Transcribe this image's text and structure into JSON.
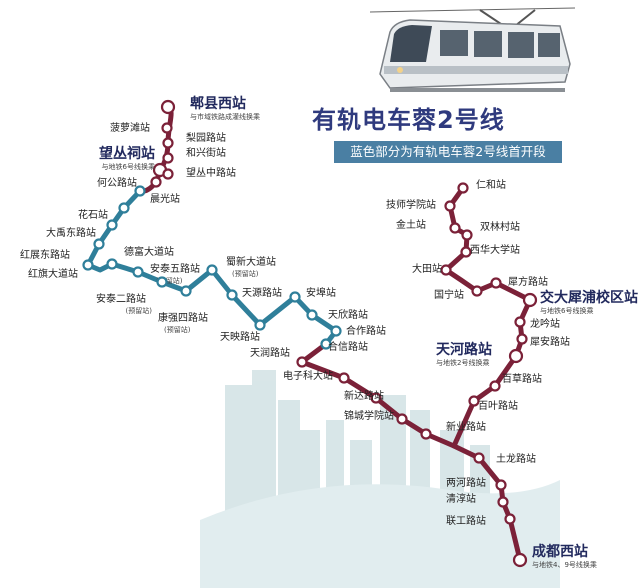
{
  "title": "有轨电车蓉2号线",
  "subtitle": "蓝色部分为有轨电车蓉2号线首开段",
  "colors": {
    "line_main": "#7b2138",
    "line_first_phase": "#2f7f9a",
    "title_text": "#2f3a7e",
    "subtitle_bg": "#4a7fa3"
  },
  "icons": [
    "tram-illustration",
    "city-skyline-illustration"
  ],
  "stations": [
    {
      "id": "pixian_west",
      "name": "郫县西站",
      "major": true,
      "note": "与市域铁路成灌线换乘"
    },
    {
      "id": "boluotan",
      "name": "菠萝滩站"
    },
    {
      "id": "liyuan",
      "name": "梨园路站"
    },
    {
      "id": "hexing",
      "name": "和兴街站"
    },
    {
      "id": "wangcong_temple",
      "name": "望丛祠站",
      "major": true,
      "note": "与地铁6号线换乘"
    },
    {
      "id": "hegong",
      "name": "何公路站"
    },
    {
      "id": "wangcong_mid",
      "name": "望丛中路站"
    },
    {
      "id": "chenguang",
      "name": "晨光站"
    },
    {
      "id": "huashi",
      "name": "花石站"
    },
    {
      "id": "dayu_east",
      "name": "大禹东路站"
    },
    {
      "id": "hongzhan_east",
      "name": "红展东路站"
    },
    {
      "id": "hongqi",
      "name": "红旗大道站"
    },
    {
      "id": "defu",
      "name": "德富大道站"
    },
    {
      "id": "antai5",
      "name": "安泰五路站",
      "note": "(预留站)"
    },
    {
      "id": "antai2",
      "name": "安泰二路站",
      "note": "(预留站)"
    },
    {
      "id": "kangqiang4",
      "name": "康强四路站",
      "note": "(预留站)"
    },
    {
      "id": "shuxin",
      "name": "蜀新大道站",
      "note": "(预留站)"
    },
    {
      "id": "tianyuan",
      "name": "天源路站"
    },
    {
      "id": "tianying",
      "name": "天映路站"
    },
    {
      "id": "anbu",
      "name": "安埠站"
    },
    {
      "id": "tianxin",
      "name": "天欣路站"
    },
    {
      "id": "hezuo",
      "name": "合作路站"
    },
    {
      "id": "hexin",
      "name": "合信路站"
    },
    {
      "id": "tianrun",
      "name": "天润路站"
    },
    {
      "id": "dianzikeda",
      "name": "电子科大站"
    },
    {
      "id": "xinda",
      "name": "新达路站"
    },
    {
      "id": "jincheng_college",
      "name": "锦城学院站"
    },
    {
      "id": "xinye",
      "name": "新业路站"
    },
    {
      "id": "tulong",
      "name": "土龙路站"
    },
    {
      "id": "lianghe",
      "name": "两河路站"
    },
    {
      "id": "qingchun",
      "name": "清淳站"
    },
    {
      "id": "lianggong",
      "name": "联工路站"
    },
    {
      "id": "chengdu_west",
      "name": "成都西站",
      "major": true,
      "note": "与地铁4、9号线换乘"
    },
    {
      "id": "renhe",
      "name": "仁和站"
    },
    {
      "id": "jishi_college",
      "name": "技师学院站"
    },
    {
      "id": "jintu",
      "name": "金土站"
    },
    {
      "id": "shuanglin_village",
      "name": "双林村站"
    },
    {
      "id": "xihua_univ",
      "name": "西华大学站"
    },
    {
      "id": "datian",
      "name": "大田站"
    },
    {
      "id": "xifang",
      "name": "犀方路站"
    },
    {
      "id": "guoning",
      "name": "国宁站"
    },
    {
      "id": "jiaoda_xipu",
      "name": "交大犀浦校区站",
      "major": true,
      "note": "与地铁6号线换乘"
    },
    {
      "id": "longyin",
      "name": "龙吟站"
    },
    {
      "id": "xian",
      "name": "犀安路站"
    },
    {
      "id": "tianhe",
      "name": "天河路站",
      "major": true,
      "note": "与地铁2号线换乘"
    },
    {
      "id": "baicao",
      "name": "百草路站"
    },
    {
      "id": "baiye",
      "name": "百叶路站"
    }
  ]
}
